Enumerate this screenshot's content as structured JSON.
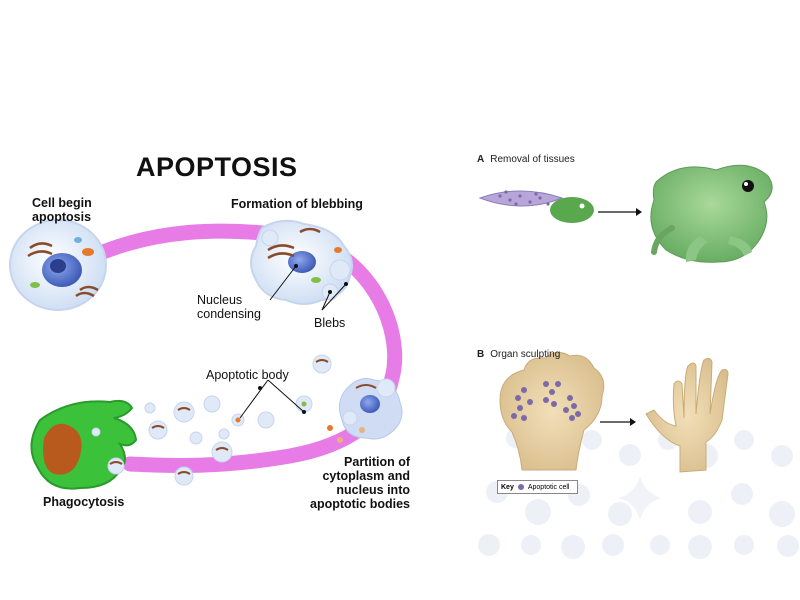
{
  "apoptosis": {
    "title": "APOPTOSIS",
    "stage_cell_begin": [
      "Cell begin",
      "apoptosis"
    ],
    "stage_blebbing": "Formation of blebbing",
    "nucleus_condensing": [
      "Nucleus",
      "condensing"
    ],
    "blebs": "Blebs",
    "apoptotic_body": "Apoptotic body",
    "partition": [
      "Partition of",
      "cytoplasm and",
      "nucleus into",
      "apoptotic bodies"
    ],
    "phagocytosis": "Phagocytosis"
  },
  "panel_a": {
    "letter": "A",
    "title": "Removal of tissues"
  },
  "panel_b": {
    "letter": "B",
    "title": "Organ sculpting"
  },
  "key": {
    "label": "Key",
    "item": "Apoptotic cell"
  },
  "colors": {
    "ring": "#e46ee4",
    "cell": "#dfe9f7",
    "nucleus": "#5a78c9",
    "phagocyte": "#3cc23a",
    "phagocyte_nucleus": "#b85a1e",
    "frog": "#77b86e",
    "hand": "#d9c29a",
    "apoptotic_cell": "#7c6aa8"
  }
}
